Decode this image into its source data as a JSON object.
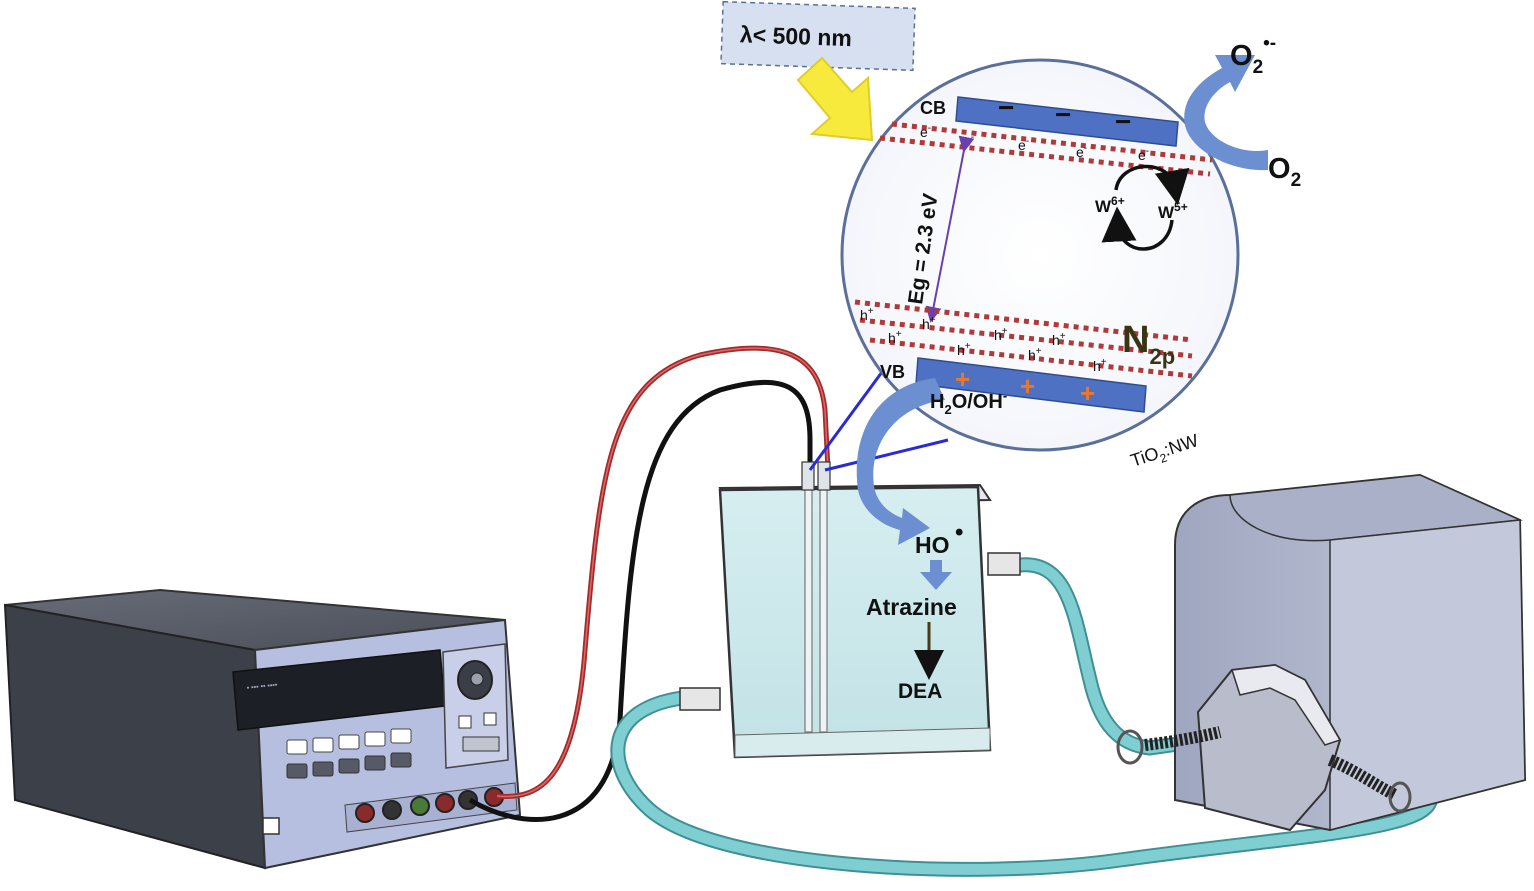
{
  "light": {
    "label": "λ< 500 nm"
  },
  "band_diagram": {
    "cb_label": "CB",
    "vb_label": "VB",
    "gap_label": "Eg = 2.3 eV",
    "electron": "e",
    "electron_sup": "-",
    "hole": "h",
    "hole_sup": "+",
    "minus_sign": "−",
    "plus_sign": "+",
    "w6": "W",
    "w6_sup": "6+",
    "w5": "W",
    "w5_sup": "5+",
    "n2p_main": "N",
    "n2p_sub": "2p",
    "water_a": "H",
    "water_sub": "2",
    "water_b": "O/OH",
    "water_sup": "-",
    "material_a": "TiO",
    "material_sub": "2",
    "material_b": ":NW"
  },
  "oxygen": {
    "o2_product": "O",
    "o2_product_sub": "2",
    "o2_product_sup": "•-",
    "o2_reactant": "O",
    "o2_reactant_sub": "2"
  },
  "reactor": {
    "hydroxyl": "HO",
    "hydroxyl_dot": "•",
    "pollutant": "Atrazine",
    "product": "DEA"
  },
  "colors": {
    "band": "#4e71c3",
    "dotted_level": "#b03a3a",
    "plus_orange": "#e9782b",
    "arrow_blue": "#6b8fd0",
    "tube_cyan": "#7fcfd2",
    "red_wire": "#a52a2a",
    "light_arrow": "#f7ea3c"
  }
}
